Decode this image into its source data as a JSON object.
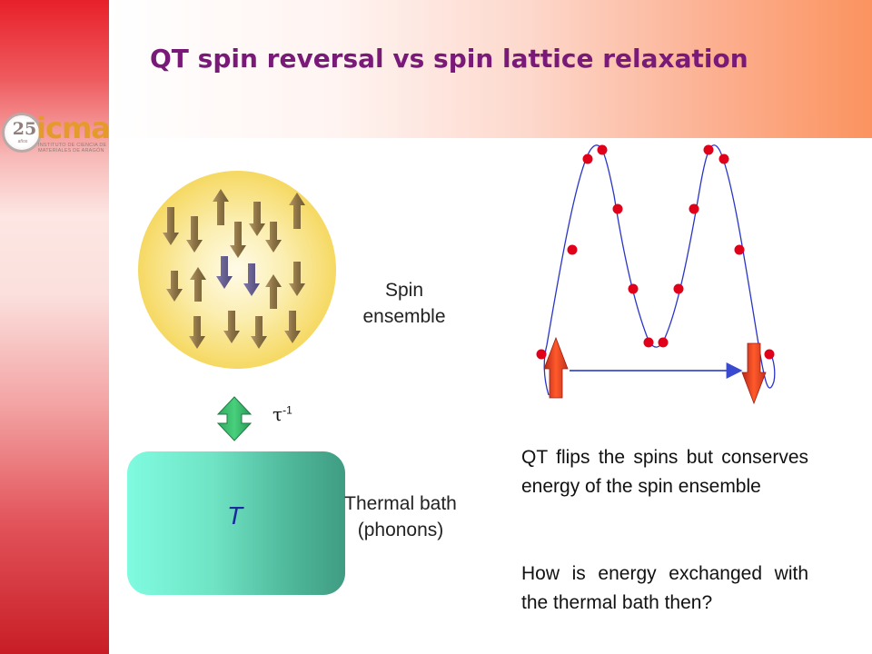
{
  "slide": {
    "title": "QT spin reversal vs spin lattice relaxation",
    "logo": {
      "ring_number": "25",
      "ring_sub": "años",
      "wordmark": "icma",
      "subtitle": "INSTITUTO DE CIENCIA DE MATERIALES DE ARAGÓN"
    },
    "spin_ensemble_label": "Spin ensemble",
    "coupling_symbol": "τ",
    "coupling_exponent": "-1",
    "thermal_bath_symbol": "T",
    "thermal_bath_label": "Thermal bath (phonons)",
    "description_1": "QT flips the spins but conserves energy of the spin ensemble",
    "description_2": "How is energy exchanged with the thermal bath then?",
    "colors": {
      "title": "#7a1a78",
      "wave_line": "#2a35c8",
      "level_dot": "#e0001a",
      "spin_up_arrow": "#e0401a",
      "spin_down_arrow": "#e0401a",
      "double_arrow": "#3cc06e",
      "transfer_arrow": "#3a4ad0"
    },
    "icons": [
      "spin-up-arrow",
      "spin-down-arrow",
      "double-arrow",
      "right-arrow"
    ]
  }
}
